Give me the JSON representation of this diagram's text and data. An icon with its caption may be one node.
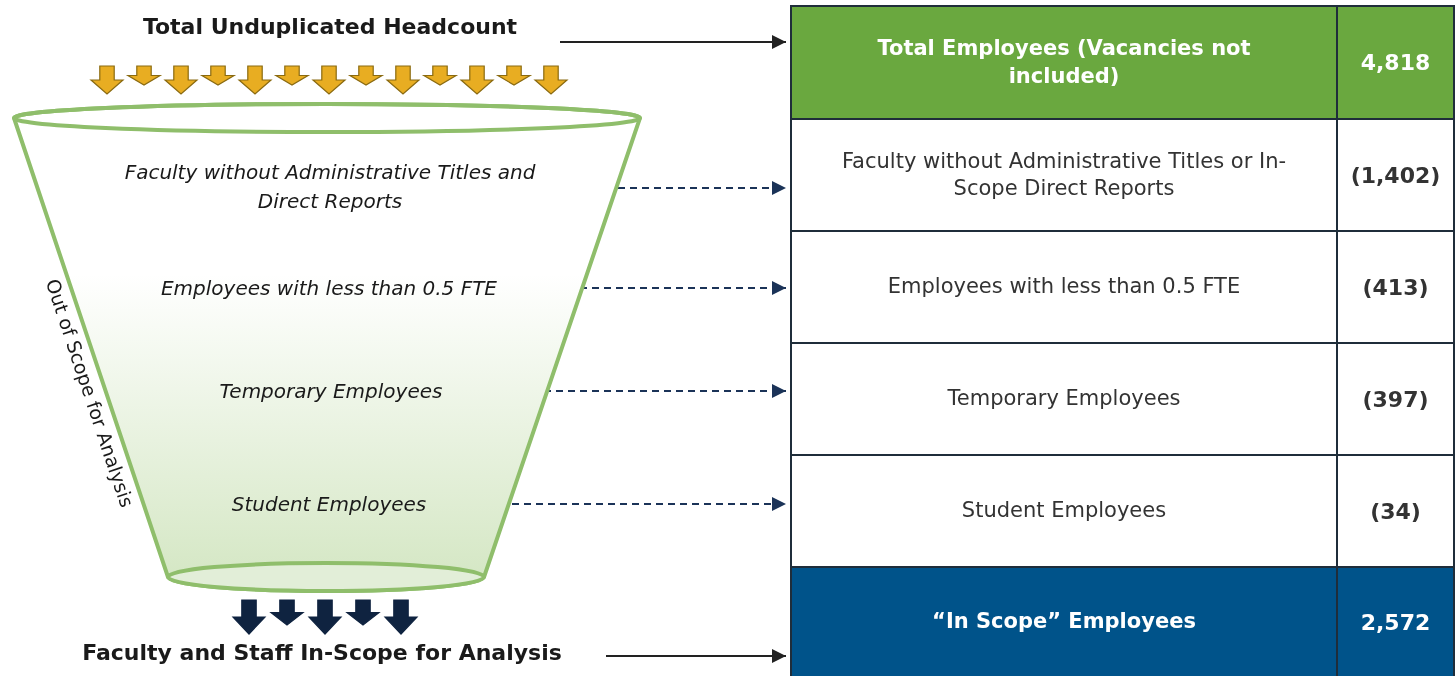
{
  "diagram": {
    "nodes": [
      {
        "text": [
          "Total Unduplicated Headcount"
        ]
      },
      {
        "text": [
          "Out of Scope for Analysis"
        ]
      },
      {
        "text": [
          "Faculty without Administrative Titles and Direct Reports"
        ],
        "in": 1
      },
      {
        "text": [
          "Employees with less than 0.5 FTE"
        ],
        "in": 1
      },
      {
        "text": [
          "Temporary Employees"
        ],
        "in": 1
      },
      {
        "text": [
          "Student Employees"
        ],
        "in": 1
      },
      {
        "text": [
          "Faculty and Staff In-Scope for Analysis"
        ]
      },
      {
        "text": [
          "Total Employees (Vacancies not included)",
          "4,818"
        ]
      },
      {
        "text": [
          "Faculty without Administrative Titles or In-Scope Direct Reports",
          "(1,402)"
        ]
      },
      {
        "text": [
          "Employees with less than 0.5 FTE",
          "(413)"
        ]
      },
      {
        "text": [
          "Temporary Employees",
          "(397)"
        ]
      },
      {
        "text": [
          "Student Employees",
          "(34)"
        ]
      },
      {
        "text": [
          "“In Scope” Employees",
          "2,572"
        ]
      }
    ],
    "edges": [
      {
        "from": 0,
        "to": 7,
        "arrow": "to",
        "color": "#222222"
      },
      {
        "from": 2,
        "to": 8,
        "arrow": "to",
        "style": "dashed"
      },
      {
        "from": 3,
        "to": 9,
        "arrow": "to",
        "style": "dashed"
      },
      {
        "from": 4,
        "to": 10,
        "arrow": "to",
        "style": "dashed"
      },
      {
        "from": 5,
        "to": 11,
        "arrow": "to",
        "style": "dashed"
      },
      {
        "from": 6,
        "to": 12,
        "arrow": "to",
        "color": "#222222"
      },
      {
        "from": 0,
        "to": 1,
        "arrow": "to",
        "style": "thick",
        "color": "#e8ad22"
      },
      {
        "from": 0,
        "to": 1,
        "arrow": "to",
        "style": "thick",
        "color": "#e8ad22"
      },
      {
        "from": 0,
        "to": 1,
        "arrow": "to",
        "style": "thick",
        "color": "#e8ad22"
      },
      {
        "from": 0,
        "to": 1,
        "arrow": "to",
        "style": "thick",
        "color": "#e8ad22"
      },
      {
        "from": 0,
        "to": 1,
        "arrow": "to",
        "style": "thick",
        "color": "#e8ad22"
      },
      {
        "from": 0,
        "to": 1,
        "arrow": "to",
        "style": "thick",
        "color": "#e8ad22"
      },
      {
        "from": 0,
        "to": 1,
        "arrow": "to",
        "style": "thick",
        "color": "#e8ad22"
      },
      {
        "from": 0,
        "to": 1,
        "arrow": "to",
        "style": "thick",
        "color": "#e8ad22"
      },
      {
        "from": 0,
        "to": 1,
        "arrow": "to",
        "style": "thick",
        "color": "#e8ad22"
      },
      {
        "from": 0,
        "to": 1,
        "arrow": "to",
        "style": "thick",
        "color": "#e8ad22"
      },
      {
        "from": 0,
        "to": 1,
        "arrow": "to",
        "style": "thick",
        "color": "#e8ad22"
      },
      {
        "from": 0,
        "to": 1,
        "arrow": "to",
        "style": "thick",
        "color": "#e8ad22"
      },
      {
        "from": 0,
        "to": 1,
        "arrow": "to",
        "style": "thick",
        "color": "#e8ad22"
      },
      {
        "from": 1,
        "to": 6,
        "arrow": "to",
        "style": "thick",
        "color": "#0f2340"
      },
      {
        "from": 1,
        "to": 6,
        "arrow": "to",
        "style": "thick",
        "color": "#0f2340"
      },
      {
        "from": 1,
        "to": 6,
        "arrow": "to",
        "style": "thick",
        "color": "#0f2340"
      },
      {
        "from": 1,
        "to": 6,
        "arrow": "to",
        "style": "thick",
        "color": "#0f2340"
      },
      {
        "from": 1,
        "to": 6,
        "arrow": "to",
        "style": "thick",
        "color": "#0f2340"
      }
    ]
  }
}
